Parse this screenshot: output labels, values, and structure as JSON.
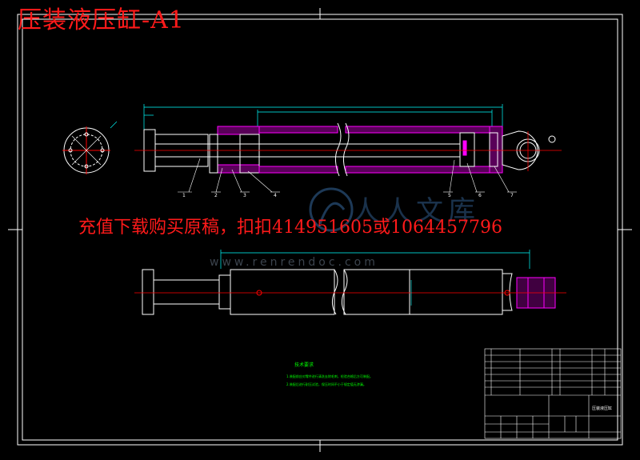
{
  "title_overlay": "压装液压缸-A1",
  "promo_text": "充值下载购买原稿，扣扣414951605或1064457796",
  "watermark": {
    "brand": "人人文库",
    "url": "www.renrendoc.com"
  },
  "colors": {
    "background": "#000000",
    "frame": "#ffffff",
    "outline": "#ffffff",
    "center_line": "#ff0000",
    "dimension": "#00ffff",
    "hatch": "#ff00ff",
    "notes": "#00ff00",
    "overlay": "#ff1a1a",
    "watermark": "#4a90d9"
  },
  "drawing": {
    "balloon_numbers": [
      "1",
      "2",
      "3",
      "4",
      "5",
      "6",
      "7"
    ],
    "tech_requirements": {
      "heading": "技术要求",
      "lines": [
        "1.装配前应对零件进行清洗去除毛刺，检验合格后方可装配。",
        "2.装配后进行耐压试验，保压时间不小于规定值无渗漏。"
      ]
    }
  },
  "title_block": {
    "drawing_name": "压装液压缸"
  }
}
